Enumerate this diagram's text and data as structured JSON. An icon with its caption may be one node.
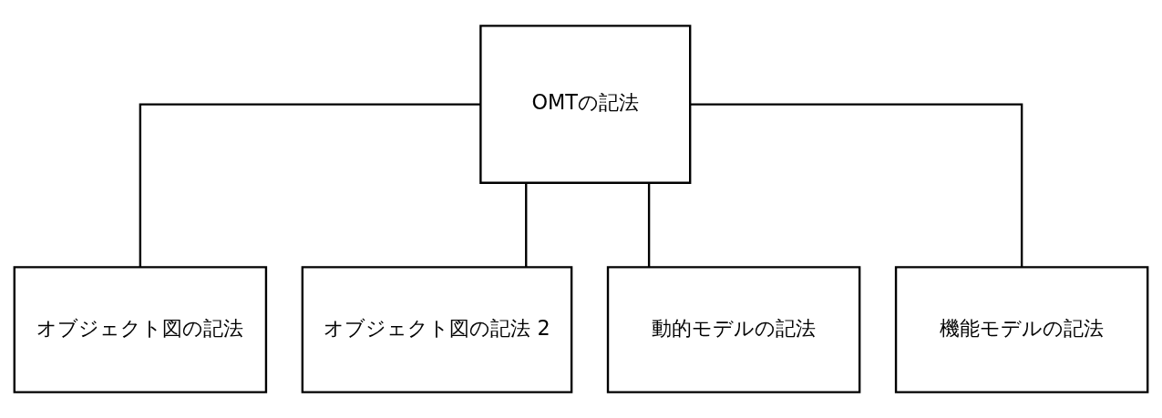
{
  "diagram": {
    "nodes": [
      {
        "text": [
          "OMTの記法"
        ]
      },
      {
        "text": [
          "オブジェクト図の記法"
        ]
      },
      {
        "text": [
          "オブジェクト図の記法 2"
        ]
      },
      {
        "text": [
          "動的モデルの記法"
        ]
      },
      {
        "text": [
          "機能モデルの記法"
        ]
      }
    ],
    "edges": [
      {
        "from": 0,
        "to": 1,
        "arrow": "none"
      },
      {
        "from": 0,
        "to": 2,
        "arrow": "none"
      },
      {
        "from": 0,
        "to": 3,
        "arrow": "none"
      },
      {
        "from": 0,
        "to": 4,
        "arrow": "none"
      }
    ]
  }
}
